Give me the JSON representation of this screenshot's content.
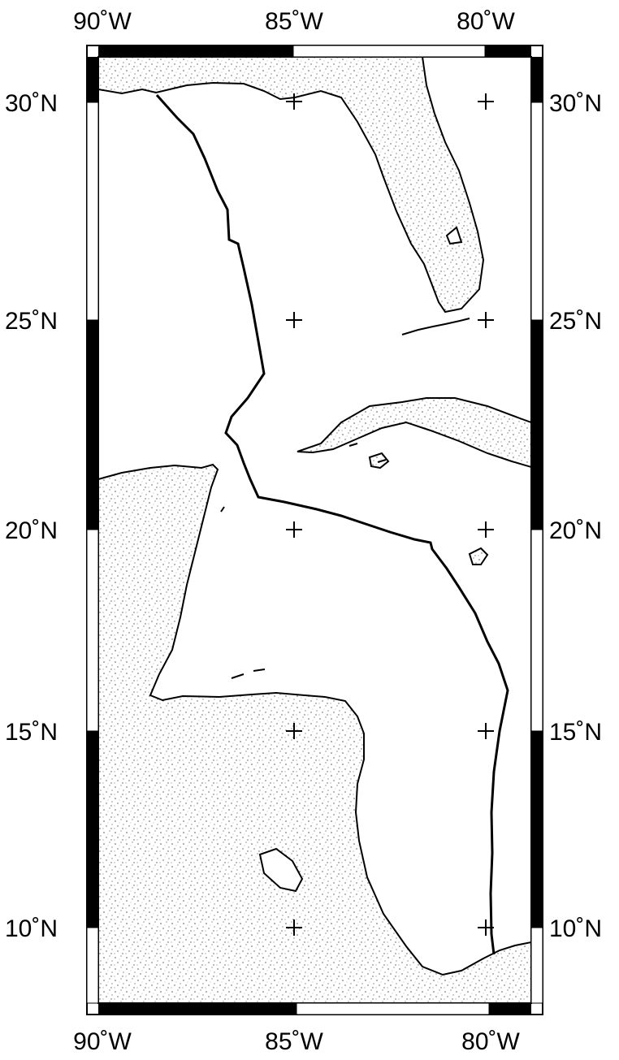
{
  "map": {
    "lon_labels_top": [
      "90˚W",
      "85˚W",
      "80˚W"
    ],
    "lon_labels_bottom": [
      "90˚W",
      "85˚W",
      "80˚W"
    ],
    "lat_labels_left": [
      "30˚N",
      "25˚N",
      "20˚N",
      "15˚N",
      "10˚N"
    ],
    "lat_labels_right": [
      "30˚N",
      "25˚N",
      "20˚N",
      "15˚N",
      "10˚N"
    ],
    "extent": {
      "lon_min": -90.3,
      "lon_max": -78.8,
      "lat_min": 8.0,
      "lat_max": 31.3
    },
    "graticule_step_degrees": 5,
    "land_fill": "stippled",
    "colors": {
      "line": "#000000",
      "land_dot": "#555555",
      "background": "#ffffff"
    },
    "features": [
      "coastline",
      "track-line",
      "graticule-crosses"
    ]
  }
}
